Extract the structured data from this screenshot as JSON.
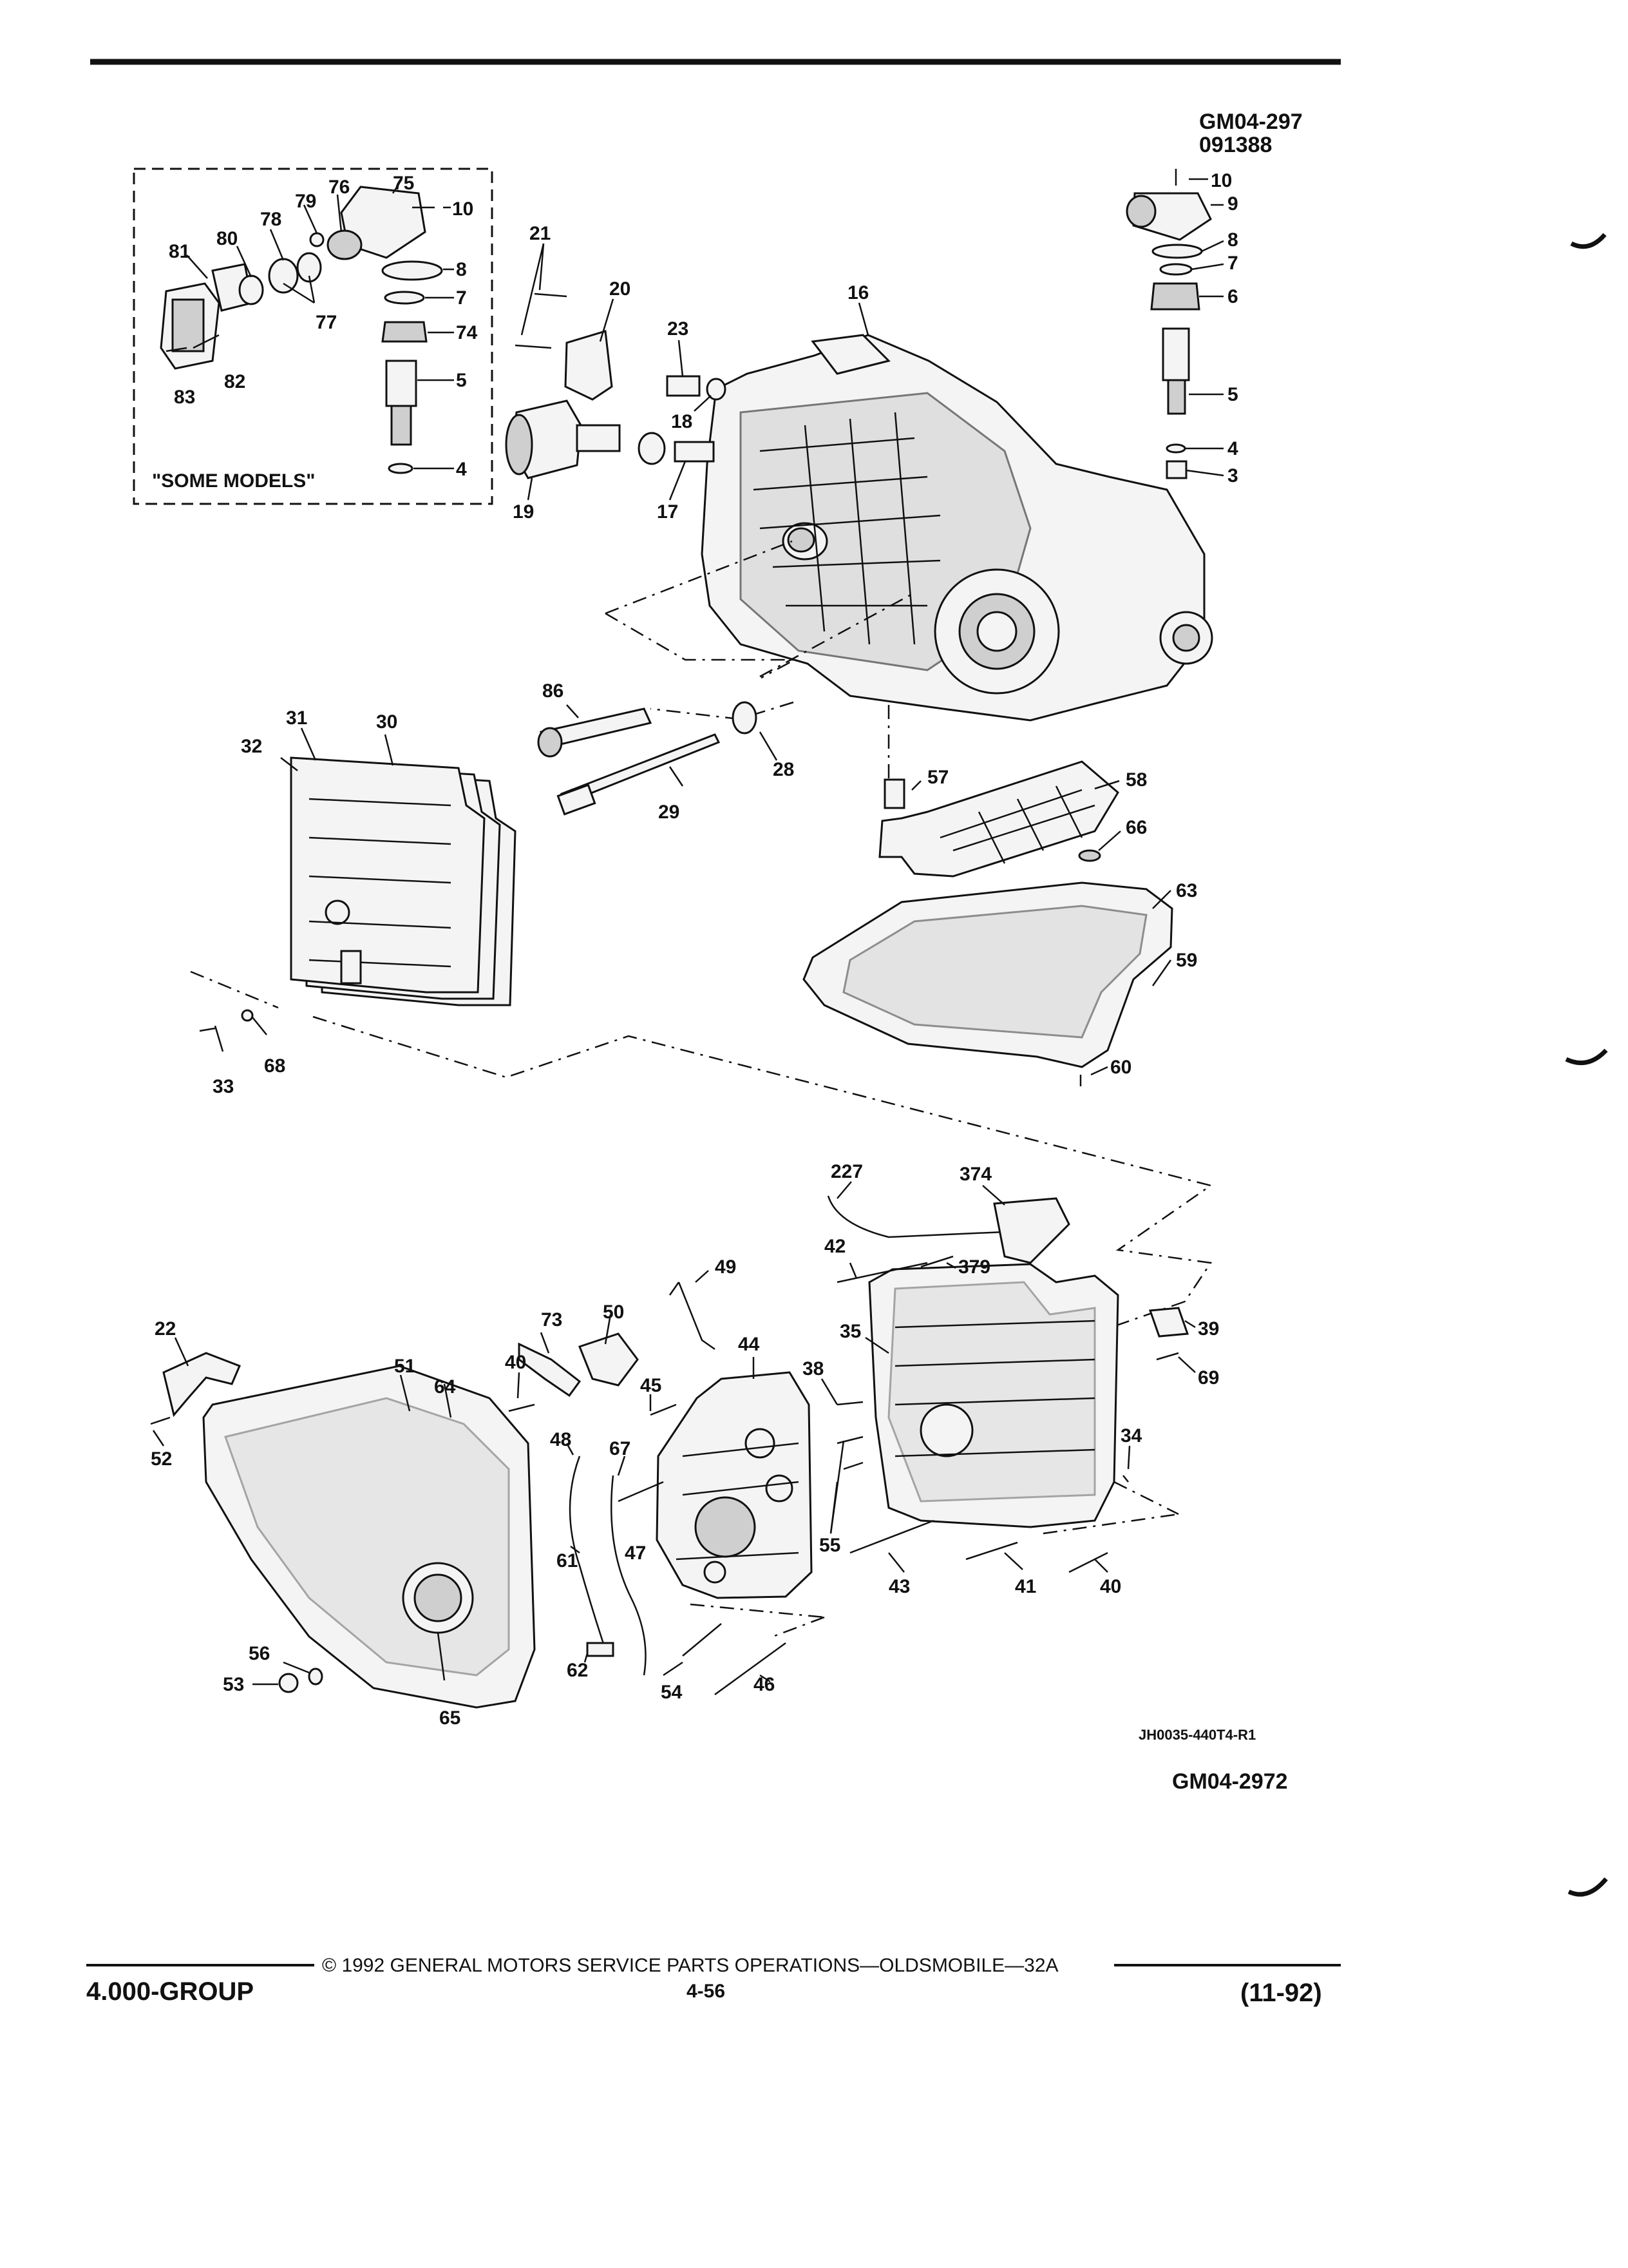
{
  "header": {
    "ref_code_1": "GM04-297",
    "ref_code_2": "091388"
  },
  "inset": {
    "caption": "\"SOME MODELS\""
  },
  "callouts": {
    "c3": "3",
    "c4": "4",
    "c5": "5",
    "c6": "6",
    "c7": "7",
    "c8": "8",
    "c9": "9",
    "c10": "10",
    "c16": "16",
    "c17": "17",
    "c18": "18",
    "c19": "19",
    "c20": "20",
    "c21": "21",
    "c22": "22",
    "c23": "23",
    "c28": "28",
    "c29": "29",
    "c30": "30",
    "c31": "31",
    "c32": "32",
    "c33": "33",
    "c34": "34",
    "c35": "35",
    "c38": "38",
    "c39": "39",
    "c40": "40",
    "c41": "41",
    "c42": "42",
    "c43": "43",
    "c44": "44",
    "c45": "45",
    "c46": "46",
    "c47": "47",
    "c48": "48",
    "c49": "49",
    "c50": "50",
    "c51": "51",
    "c52": "52",
    "c53": "53",
    "c54": "54",
    "c55": "55",
    "c56": "56",
    "c57": "57",
    "c58": "58",
    "c59": "59",
    "c60": "60",
    "c61": "61",
    "c62": "62",
    "c63": "63",
    "c64": "64",
    "c65": "65",
    "c66": "66",
    "c67": "67",
    "c68": "68",
    "c69": "69",
    "c73": "73",
    "c74": "74",
    "c75": "75",
    "c76": "76",
    "c77": "77",
    "c78": "78",
    "c79": "79",
    "c80": "80",
    "c81": "81",
    "c82": "82",
    "c83": "83",
    "c86": "86",
    "c227": "227",
    "c374": "374",
    "c379": "379"
  },
  "figure": {
    "drawing_code": "JH0035-440T4-R1",
    "figure_code": "GM04-2972"
  },
  "footer": {
    "copyright": "© 1992  GENERAL MOTORS SERVICE PARTS OPERATIONS—OLDSMOBILE—32A",
    "group": "4.000-GROUP",
    "page": "4-56",
    "date": "(11-92)"
  }
}
